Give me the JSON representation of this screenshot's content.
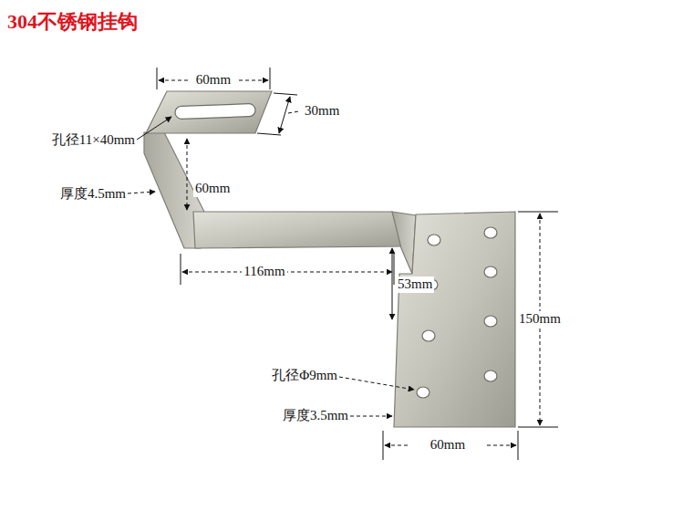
{
  "diagram": {
    "title": "304不锈钢挂钩",
    "labels": [
      "60mm",
      "30mm",
      "孔径11×40mm",
      "60mm",
      "厚度4.5mm",
      "116mm",
      "53mm",
      "150mm",
      "孔径Φ9mm",
      "厚度3.5mm",
      "60mm"
    ]
  }
}
